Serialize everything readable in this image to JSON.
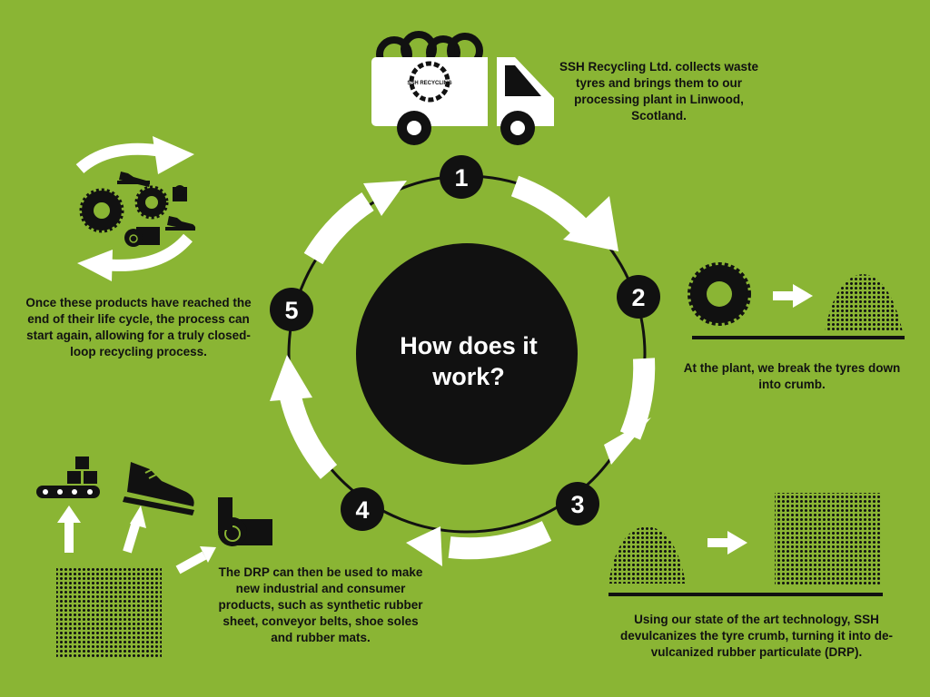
{
  "center": {
    "title": "How does it work?"
  },
  "truck": {
    "logo_text": "SSH RECYCLING"
  },
  "steps": [
    {
      "number": "1",
      "text": "SSH Recycling Ltd. collects waste tyres and brings them to our processing plant in Linwood, Scotland."
    },
    {
      "number": "2",
      "text": "At the plant, we break the tyres down into crumb."
    },
    {
      "number": "3",
      "text": "Using our state of the art technology, SSH devulcanizes the tyre crumb, turning it into de-vulcanized rubber particulate (DRP)."
    },
    {
      "number": "4",
      "text": "The DRP can then be used to make new industrial and consumer products, such as synthetic rubber sheet, conveyor belts, shoe soles and rubber mats."
    },
    {
      "number": "5",
      "text": "Once these products have reached the end of their life cycle, the process can start again, allowing for a truly closed-loop recycling process."
    }
  ],
  "colors": {
    "background": "#8ab534",
    "dark": "#111111",
    "light": "#ffffff"
  }
}
